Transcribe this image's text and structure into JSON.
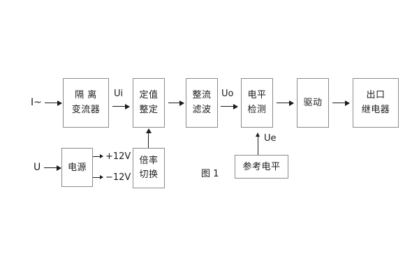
{
  "figure": {
    "caption": "图 1",
    "background_color": "#ffffff",
    "box_border_color": "#8a8a8a",
    "line_color": "#1b1b1b"
  },
  "inputs": [
    {
      "id": "current-input",
      "label": "I~"
    },
    {
      "id": "voltage-input",
      "label": "U"
    }
  ],
  "blocks": [
    {
      "id": "isolation-transformer",
      "line1": "隔 离",
      "line2": "变流器"
    },
    {
      "id": "setting-value",
      "line1": "定值",
      "line2": "整定"
    },
    {
      "id": "rectify-filter",
      "line1": "整流",
      "line2": "滤波"
    },
    {
      "id": "level-detection",
      "line1": "电平",
      "line2": "检测"
    },
    {
      "id": "drive",
      "line1": "驱动",
      "line2": ""
    },
    {
      "id": "output-relay",
      "line1": "出口",
      "line2": "继电器"
    },
    {
      "id": "power-supply",
      "line1": "电源",
      "line2": ""
    },
    {
      "id": "multiplier-switch",
      "line1": "倍率",
      "line2": "切换"
    },
    {
      "id": "reference-level",
      "line1": "参考电平",
      "line2": ""
    }
  ],
  "signals": [
    {
      "id": "ui",
      "label": "Ui"
    },
    {
      "id": "uo",
      "label": "Uo"
    },
    {
      "id": "ue",
      "label": "Ue"
    }
  ],
  "power_rails": [
    {
      "id": "rail-pos",
      "label": "+12V"
    },
    {
      "id": "rail-neg",
      "label": "−12V"
    }
  ]
}
